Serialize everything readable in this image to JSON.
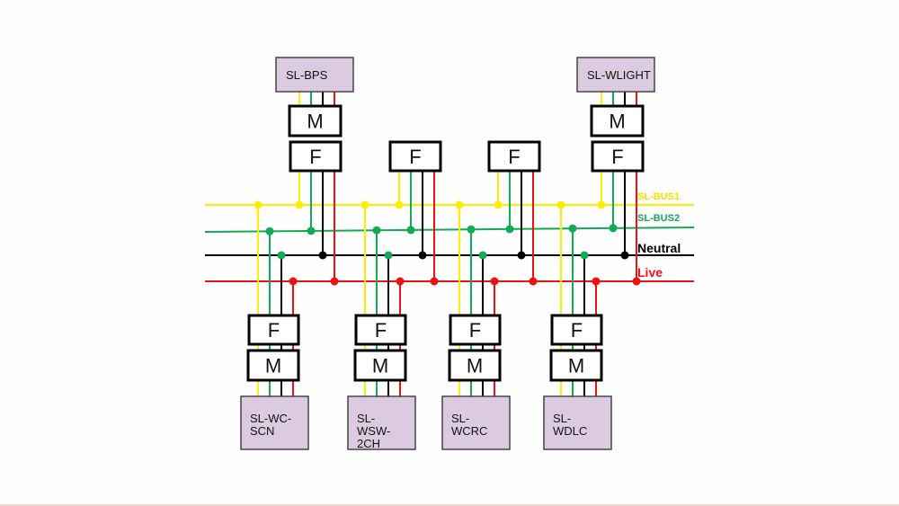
{
  "colors": {
    "sl_bus1": "#ffee00",
    "sl_bus2": "#11aa55",
    "neutral": "#000000",
    "live": "#ee1111",
    "device_fill": "#dccbe0",
    "device_stroke": "#444444",
    "box_stroke": "#000000",
    "box_fill": "#ffffff"
  },
  "buses": [
    {
      "id": "sl_bus1",
      "label": "SL-BUS1",
      "color_key": "sl_bus1"
    },
    {
      "id": "sl_bus2",
      "label": "SL-BUS2",
      "color_key": "sl_bus2"
    },
    {
      "id": "neutral",
      "label": "Neutral",
      "color_key": "neutral"
    },
    {
      "id": "live",
      "label": "Live",
      "color_key": "live"
    }
  ],
  "connector_labels": {
    "male": "M",
    "female": "F"
  },
  "top_branches": [
    {
      "device": [
        "SL-BPS"
      ],
      "has_device": true
    },
    {
      "device": [],
      "has_device": false
    },
    {
      "device": [],
      "has_device": false
    },
    {
      "device": [
        "SL-WLIGHT"
      ],
      "has_device": true
    }
  ],
  "bottom_branches": [
    {
      "device": [
        "SL-WC-",
        "SCN"
      ]
    },
    {
      "device": [
        "SL-",
        "WSW-",
        "2CH"
      ]
    },
    {
      "device": [
        "SL-",
        "WCRC"
      ]
    },
    {
      "device": [
        "SL-",
        "WDLC"
      ]
    }
  ],
  "notes": "Bottom branch tap points on the Neutral bus are drawn with green dots."
}
